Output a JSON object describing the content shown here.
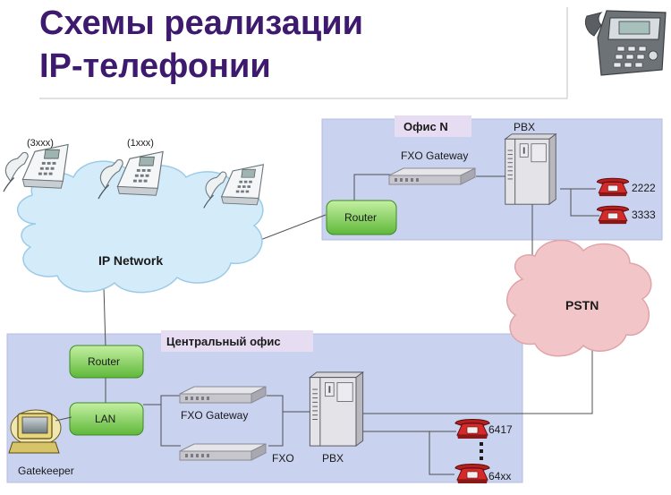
{
  "title": {
    "line1": "Схемы реализации",
    "line2": "IP-телефонии"
  },
  "colors": {
    "title": "#3d1a6e",
    "office_bg": "#c9d2ee",
    "router_green": "#8fd46a",
    "cloud_ip": "#d4ecfa",
    "cloud_pstn": "#f2c6c8",
    "phone_red": "#d42a2a"
  },
  "office_n": {
    "label": "Офис N",
    "pbx_label": "PBX",
    "gateway_label": "FXO Gateway",
    "router_label": "Router",
    "extensions": [
      "2222",
      "3333"
    ]
  },
  "ip_network": {
    "label": "IP Network",
    "phone_labels": [
      "(3xxx)",
      "(1xxx)"
    ]
  },
  "pstn": {
    "label": "PSTN"
  },
  "central_office": {
    "label": "Центральный офис",
    "router_label": "Router",
    "lan_label": "LAN",
    "gateway_label": "FXO Gateway",
    "fxo_label": "FXO",
    "pbx_label": "PBX",
    "gatekeeper_label": "Gatekeeper",
    "extensions": [
      "6417",
      "64xx"
    ]
  },
  "icons": [
    "desk-phone-icon",
    "cloud-icon",
    "router-icon",
    "pbx-cabinet-icon",
    "fxo-gateway-icon",
    "red-phone-icon",
    "computer-icon"
  ]
}
